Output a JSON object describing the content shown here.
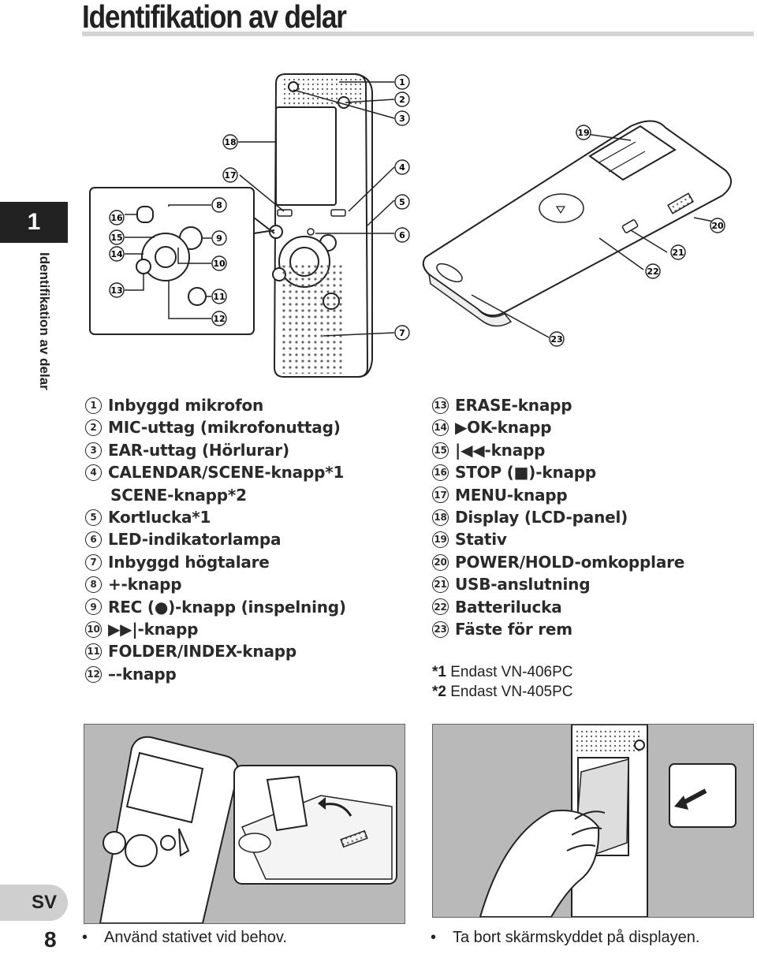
{
  "header": {
    "title": "Identifikation av delar"
  },
  "sidebar": {
    "chapter": "1",
    "section": "Identifikation av delar",
    "language": "SV",
    "page": "8"
  },
  "figure_labels": [
    "1",
    "2",
    "3",
    "4",
    "5",
    "6",
    "7",
    "8",
    "9",
    "10",
    "11",
    "12",
    "13",
    "14",
    "15",
    "16",
    "17",
    "18",
    "19",
    "20",
    "21",
    "22",
    "23"
  ],
  "parts_left": [
    {
      "num": "1",
      "label": "Inbyggd mikrofon"
    },
    {
      "num": "2",
      "label": "MIC-uttag (mikrofonuttag)"
    },
    {
      "num": "3",
      "label": "EAR-uttag (Hörlurar)"
    },
    {
      "num": "4",
      "label": "CALENDAR/SCENE-knapp*1"
    },
    {
      "num": "",
      "label": "SCENE-knapp*2"
    },
    {
      "num": "5",
      "label": "Kortlucka*1"
    },
    {
      "num": "6",
      "label": "LED-indikatorlampa"
    },
    {
      "num": "7",
      "label": "Inbyggd högtalare"
    },
    {
      "num": "8",
      "label": "+-knapp"
    },
    {
      "num": "9",
      "label": "REC (●)-knapp (inspelning)"
    },
    {
      "num": "10",
      "label": "▶▶|-knapp"
    },
    {
      "num": "11",
      "label": "FOLDER/INDEX-knapp"
    },
    {
      "num": "12",
      "label": "–-knapp"
    }
  ],
  "parts_right": [
    {
      "num": "13",
      "label": "ERASE-knapp"
    },
    {
      "num": "14",
      "label": "▶OK-knapp"
    },
    {
      "num": "15",
      "label": "|◀◀-knapp"
    },
    {
      "num": "16",
      "label": "STOP (■)-knapp"
    },
    {
      "num": "17",
      "label": "MENU-knapp"
    },
    {
      "num": "18",
      "label": "Display (LCD-panel)"
    },
    {
      "num": "19",
      "label": "Stativ"
    },
    {
      "num": "20",
      "label": "POWER/HOLD-omkopplare"
    },
    {
      "num": "21",
      "label": "USB-anslutning"
    },
    {
      "num": "22",
      "label": "Batterilucka"
    },
    {
      "num": "23",
      "label": "Fäste för rem"
    }
  ],
  "footnotes": [
    {
      "mark": "*1",
      "text": "Endast VN-406PC"
    },
    {
      "mark": "*2",
      "text": "Endast VN-405PC"
    }
  ],
  "captions": {
    "left": "Använd stativet vid behov.",
    "right": "Ta bort skärmskyddet på displayen."
  },
  "colors": {
    "dark_tab": "#222222",
    "light_tab": "#cfcfcf",
    "photo_bg": "#b9b9b9",
    "rule": "#d4d4d4"
  }
}
